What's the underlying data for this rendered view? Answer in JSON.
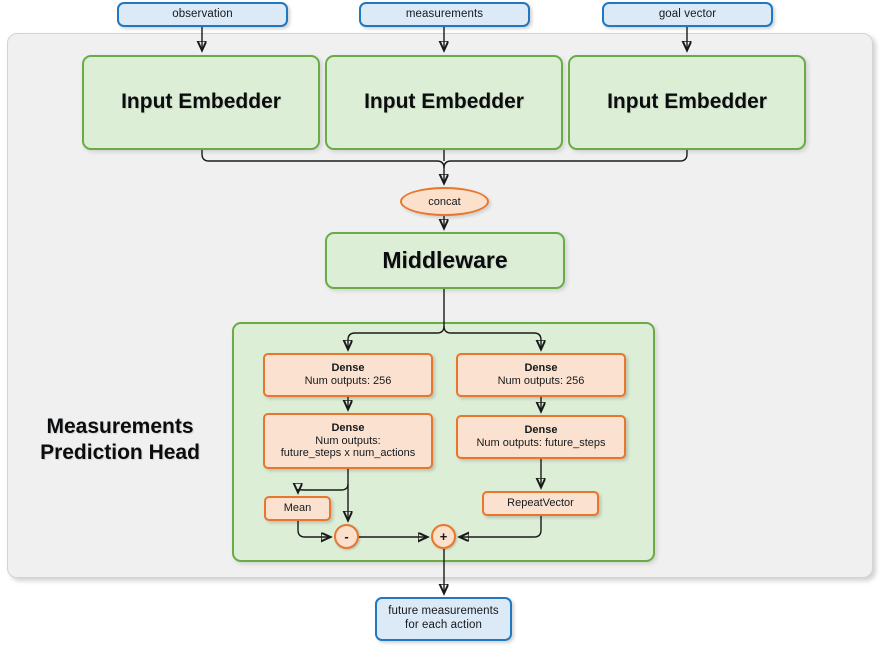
{
  "diagram": {
    "title_hidden": "",
    "inputs": [
      {
        "label": "observation"
      },
      {
        "label": "measurements"
      },
      {
        "label": "goal vector"
      }
    ],
    "embedders": [
      {
        "label": "Input Embedder"
      },
      {
        "label": "Input Embedder"
      },
      {
        "label": "Input Embedder"
      }
    ],
    "concat": {
      "label": "concat"
    },
    "middleware": {
      "label": "Middleware"
    },
    "head": {
      "title_line1": "Measurements",
      "title_line2": "Prediction Head",
      "left_branch": {
        "dense1": {
          "line1": "Dense",
          "line2": "Num outputs: 256"
        },
        "dense2": {
          "line1": "Dense",
          "line2": "Num outputs:",
          "line3": "future_steps x num_actions"
        },
        "mean": {
          "label": "Mean"
        },
        "op": {
          "label": "-"
        }
      },
      "right_branch": {
        "dense1": {
          "line1": "Dense",
          "line2": "Num outputs: 256"
        },
        "dense2": {
          "line1": "Dense",
          "line2": "Num outputs: future_steps"
        },
        "repeat_vector": {
          "label": "RepeatVector"
        }
      },
      "merge_op": {
        "label": "+"
      }
    },
    "output": {
      "line1": "future measurements",
      "line2": "for each action"
    },
    "colors": {
      "blue_border": "#1f78c1",
      "blue_fill": "#dce9f7",
      "green_border": "#6aab46",
      "green_fill": "#dfeeda",
      "orange_border": "#e8762c",
      "orange_fill": "#fbe2d0",
      "outer_fill": "#f0f0f0",
      "wire": "#1a1a1a"
    }
  }
}
